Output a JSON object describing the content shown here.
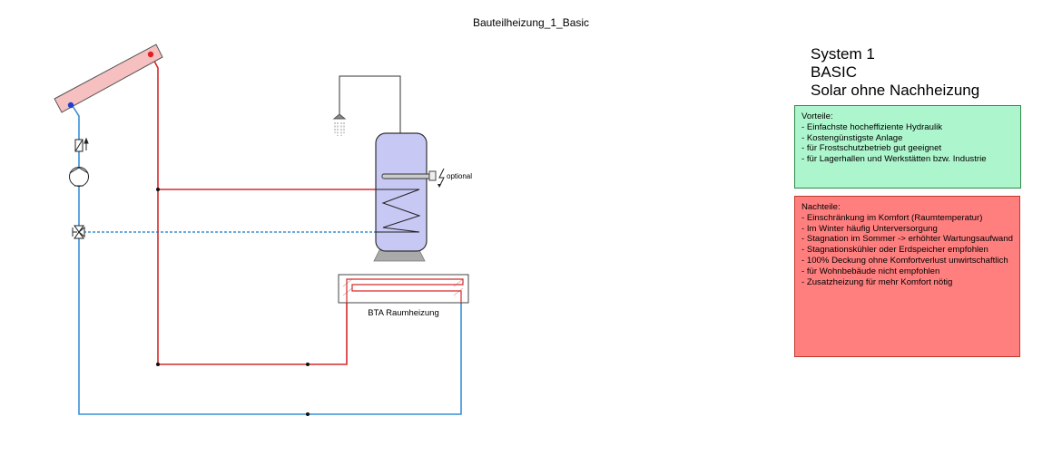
{
  "diagram": {
    "title": "Bauteilheizung_1_Basic",
    "optional_label": "optional",
    "bta_label": "BTA Raumheizung"
  },
  "system": {
    "line1": "System 1",
    "line2": "BASIC",
    "line3": "Solar ohne Nachheizung"
  },
  "pros": {
    "heading": "Vorteile:",
    "items": [
      "- Einfachste hocheffiziente Hydraulik",
      "- Kostengünstigste Anlage",
      "- für Frostschutzbetrieb gut geeignet",
      "- für Lagerhallen und Werkstätten bzw. Industrie"
    ]
  },
  "cons": {
    "heading": "Nachteile:",
    "items": [
      "- Einschränkung im Komfort (Raumtemperatur)",
      "- Im Winter häufig Unterversorgung",
      "- Stagnation im Sommer -> erhöhter Wartungsaufwand",
      "- Stagnationskühler oder Erdspeicher empfohlen",
      "- 100% Deckung ohne Komfortverlust unwirtschaftlich",
      "- für Wohnbebäude nicht empfohlen",
      "- Zusatzheizung für mehr Komfort nötig"
    ]
  },
  "colors": {
    "supply": "#d62a2a",
    "return": "#3a8fd6",
    "pros_bg": "#adf5cc",
    "cons_bg": "#ff7f7f",
    "tank": "#c8c8f5",
    "collector": "#f6c0c0"
  }
}
